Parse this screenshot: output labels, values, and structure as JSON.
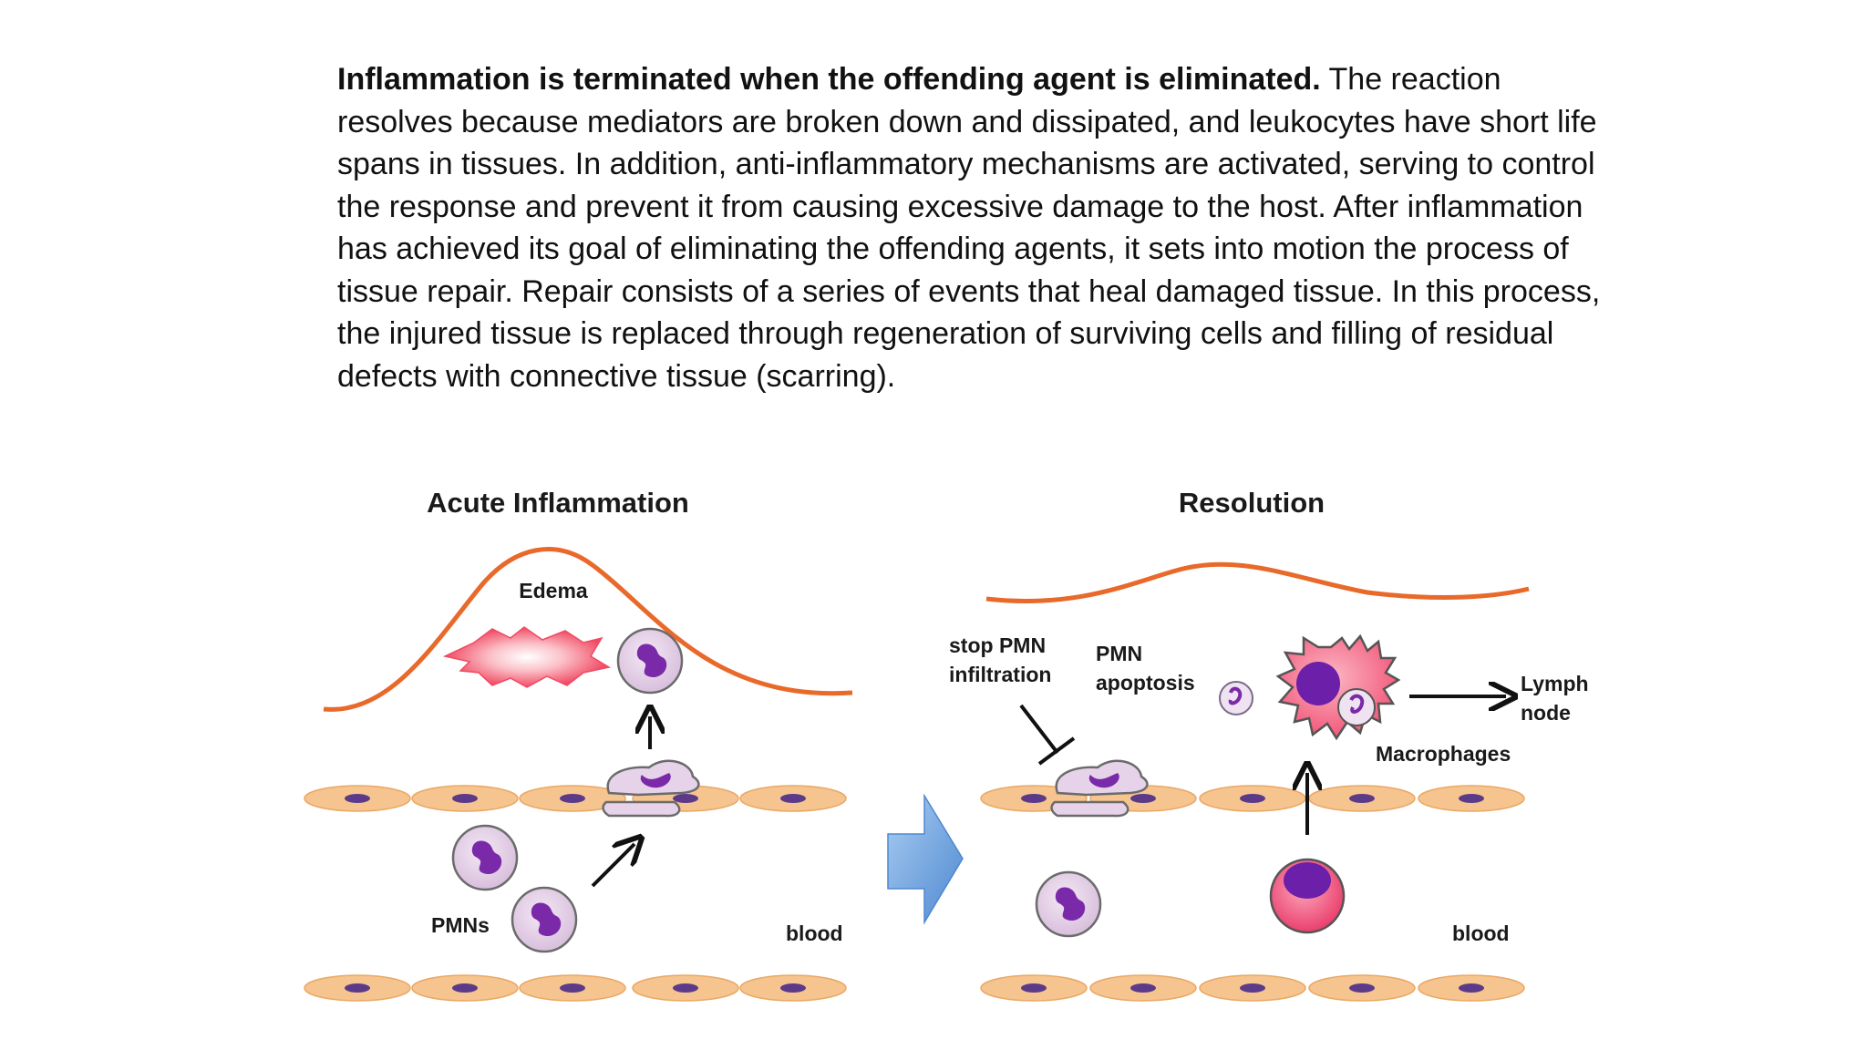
{
  "paragraph": {
    "bold_lead": "Inflammation is terminated when the offending agent is eliminated.",
    "body": " The reaction resolves because mediators are broken down and dissipated, and leukocytes have short life spans in tissues. In addition, anti-inflammatory mechanisms are activated, serving to control the response and prevent it from causing excessive damage to the host. After inflammation has achieved its goal of eliminating the offending agents, it sets into motion the process of tissue repair. Repair consists of a series of events that heal damaged tissue. In this process, the injured tissue is replaced through regeneration of surviving cells and filling of residual defects with connective tissue (scarring)."
  },
  "diagram": {
    "left_panel": {
      "title": "Acute Inflammation",
      "edema_label": "Edema",
      "pmns_label": "PMNs",
      "blood_label": "blood"
    },
    "right_panel": {
      "title": "Resolution",
      "stop_label_line1": "stop PMN",
      "stop_label_line2": "infiltration",
      "apoptosis_line1": "PMN",
      "apoptosis_line2": "apoptosis",
      "macrophages_label": "Macrophages",
      "lymph_line1": "Lymph",
      "lymph_line2": "node",
      "blood_label": "blood"
    },
    "colors": {
      "edema_curve": "#e8692a",
      "endothelial_cell": "#f6c48e",
      "nucleus": "#5b3a8a",
      "pmn_body": "#e6d3ea",
      "pmn_nucleus": "#7a2aa8",
      "burst": "#f04a63",
      "transition_arrow": "#6aa2de",
      "macrophage": "#f25678",
      "monocyte": "#f0507a"
    }
  }
}
